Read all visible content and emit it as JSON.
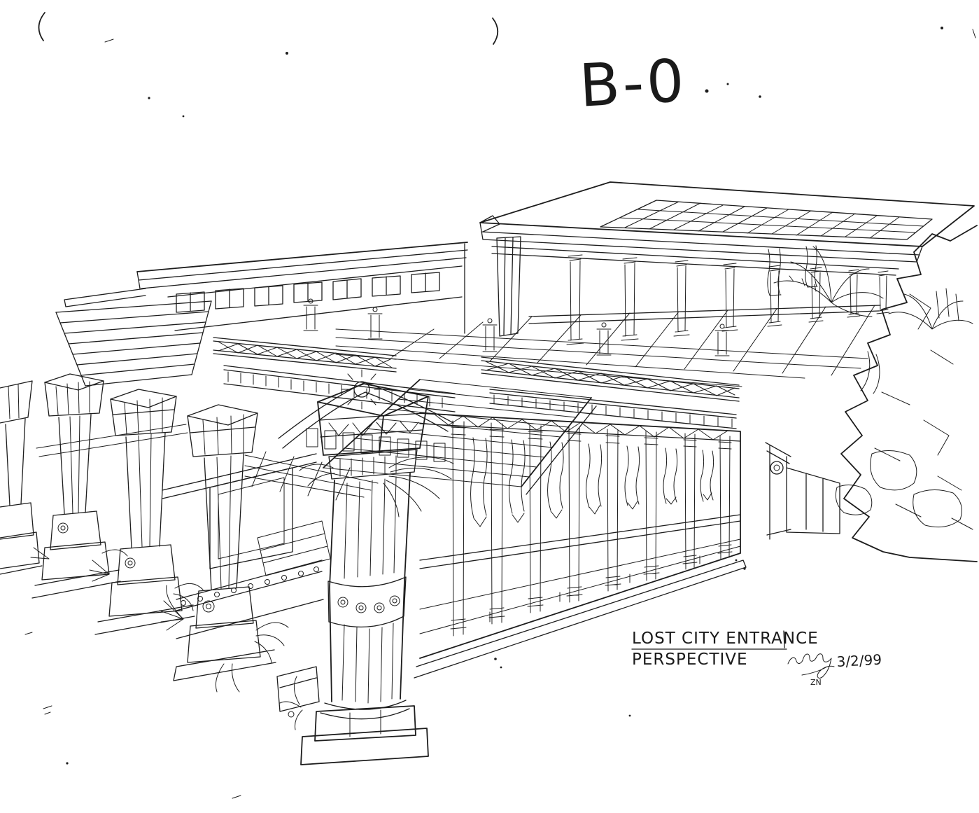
{
  "sheet": {
    "paper_color": "#ffffff",
    "ink_color": "#1d1d1d",
    "code": "B-0",
    "title": "LOST CITY ENTRANCE",
    "subtitle": "PERSPECTIVE",
    "date": "3/2/99",
    "initials": "ZN",
    "drawing_subject": "Hand-inked perspective concept sketch of the Lost City entrance: a gridded pergola roof over a colonnade, tiled upper plaza, lattice and baluster railings, grand central staircase, long sculpted front wall with engaged columns and hanging banners, a receding row of tapered totem pylons on stepped platforms with tropical foliage at left, and a rocky outcrop with palms at right."
  }
}
